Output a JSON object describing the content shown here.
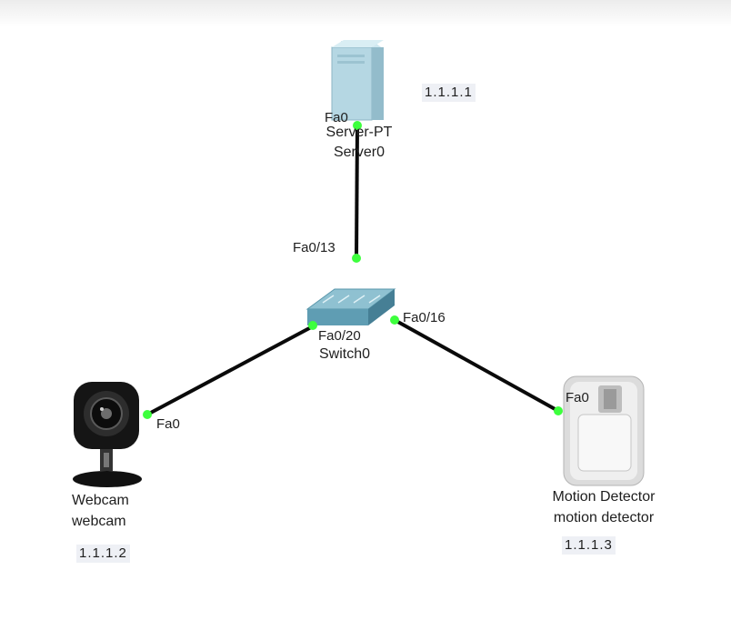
{
  "colors": {
    "link": "#0a0a0a",
    "port_dot": "#3dff3d",
    "server_body": "#b9dbe6",
    "switch_top": "#7fb6c8",
    "switch_side": "#4f8ea5",
    "webcam": "#151515",
    "motion_body": "#e6e6e6"
  },
  "devices": {
    "server": {
      "model": "Server-PT",
      "name": "Server0",
      "ip": "1.1.1.1",
      "port": "Fa0",
      "icon": "server-icon"
    },
    "switch": {
      "name": "Switch0",
      "ports": {
        "to_server": "Fa0/13",
        "to_webcam": "Fa0/20",
        "to_motion": "Fa0/16"
      },
      "icon": "switch-icon"
    },
    "webcam": {
      "model": "Webcam",
      "name": "webcam",
      "ip": "1.1.1.2",
      "port": "Fa0",
      "icon": "webcam-icon"
    },
    "motion": {
      "model": "Motion Detector",
      "name": "motion detector",
      "ip": "1.1.1.3",
      "port": "Fa0",
      "icon": "motion-detector-icon"
    }
  }
}
